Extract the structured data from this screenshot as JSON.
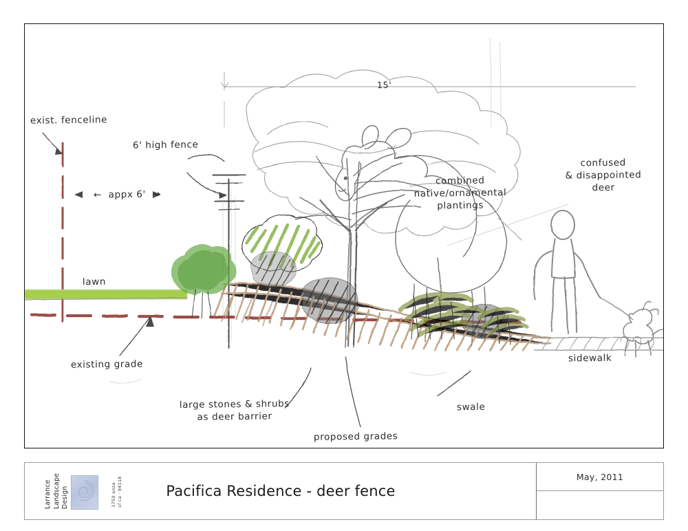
{
  "sheet": {
    "title": "Pacifica Residence - deer fence",
    "date": "May, 2011"
  },
  "logo": {
    "firm_name": "Larrance\nLandscape\nDesign",
    "address": "1750 anza\nsf ca  ·  94118",
    "mark_name": "spiral-logo-mark"
  },
  "drawing": {
    "type": "hand-drawn landscape section",
    "annotations": {
      "exist_fenceline": "exist. fenceline",
      "appx_six": "←  appx 6'  →",
      "six_high_fence": "6' high fence",
      "dimension_15": "15'",
      "combined_plantings": "combined\nnative/ornamental\nplantings",
      "confused_deer": "confused\n& disappointed\ndeer",
      "lawn": "lawn",
      "existing_grade": "existing grade",
      "large_stones": "large stones & shrubs\nas deer barrier",
      "proposed_grades": "proposed grades",
      "swale": "swale",
      "sidewalk": "sidewalk"
    },
    "colors": {
      "lawn_green": "#9ac63e",
      "shrub_green": "#6f9c3f",
      "olive_green": "#8a9a4a",
      "grade_red": "#8b2f2a",
      "soil_tan": "#b59272",
      "stone_gray": "#6b6b6b",
      "pencil": "#8e8e8e",
      "ink": "#2b2b2b"
    }
  }
}
